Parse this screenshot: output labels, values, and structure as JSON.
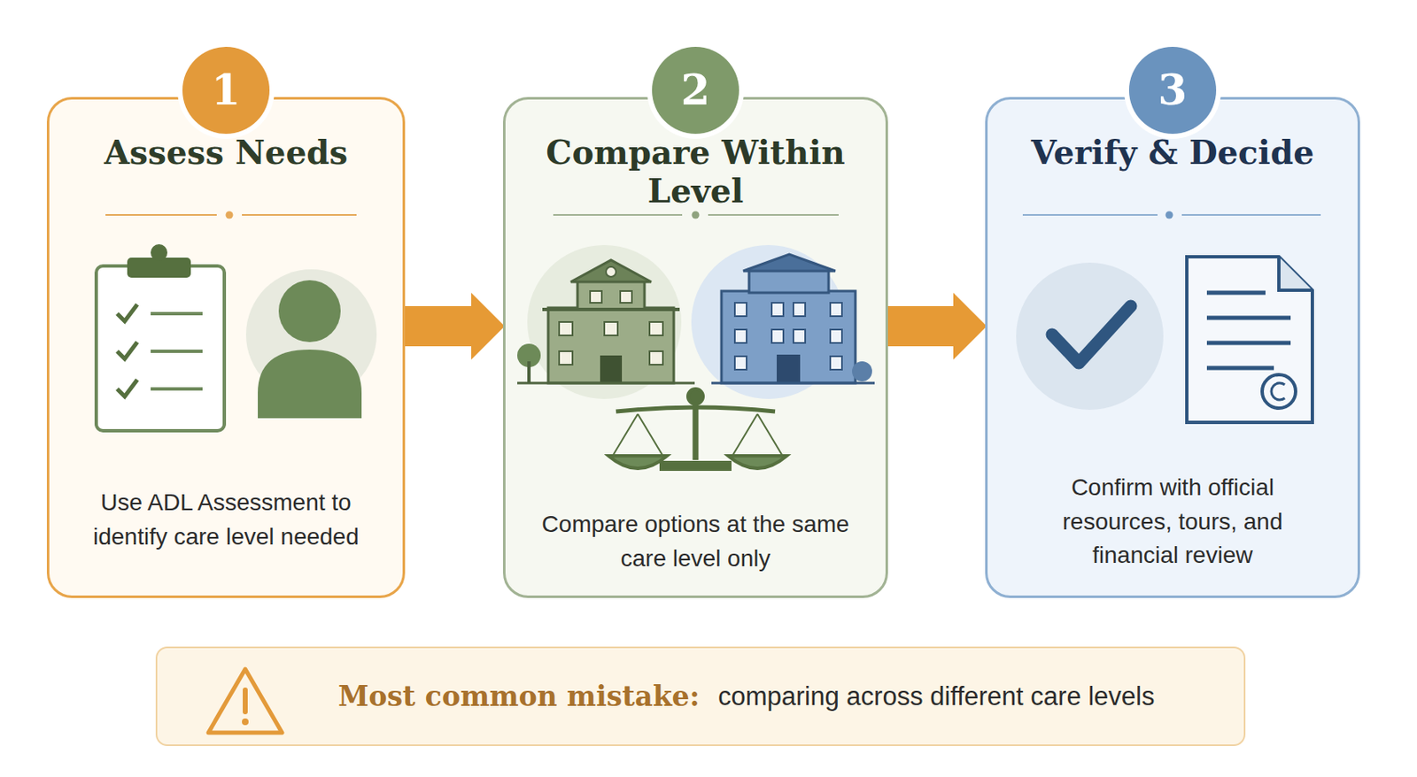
{
  "diagram": {
    "nodes": [
      {
        "text": [
          "Assess Needs",
          "Use ADL Assessment to identify care level needed"
        ]
      },
      {
        "text": [
          "1"
        ],
        "in": 0
      },
      {
        "text": [
          "Compare Within Level",
          "Compare options at the same care level only"
        ]
      },
      {
        "text": [
          "2"
        ],
        "in": 2
      },
      {
        "text": [
          "Verify & Decide",
          "Confirm with official resources, tours, and financial review"
        ]
      },
      {
        "text": [
          "3"
        ],
        "in": 4
      },
      {
        "text": [
          "Most common mistake:",
          "comparing across different care levels"
        ]
      }
    ],
    "edges": [
      {
        "from": 0,
        "to": 2,
        "arrow": "to"
      },
      {
        "from": 2,
        "to": 4,
        "arrow": "to"
      }
    ]
  }
}
